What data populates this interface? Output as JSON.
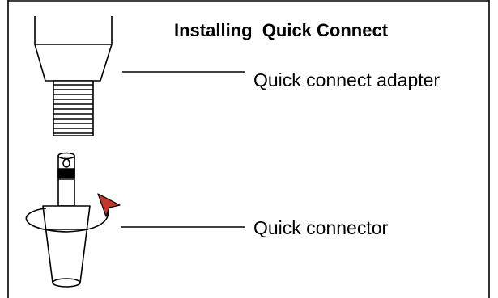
{
  "title": "Installing  Quick Connect",
  "labels": {
    "adapter": "Quick connect adapter",
    "connector": "Quick connector"
  },
  "colors": {
    "line": "#000000",
    "background": "#ffffff",
    "arrow_accent": "#c0392b"
  },
  "icons": {
    "adapter": "quick-connect-adapter-drawing",
    "connector": "quick-connector-drawing",
    "rotation": "rotation-arrow-icon"
  }
}
